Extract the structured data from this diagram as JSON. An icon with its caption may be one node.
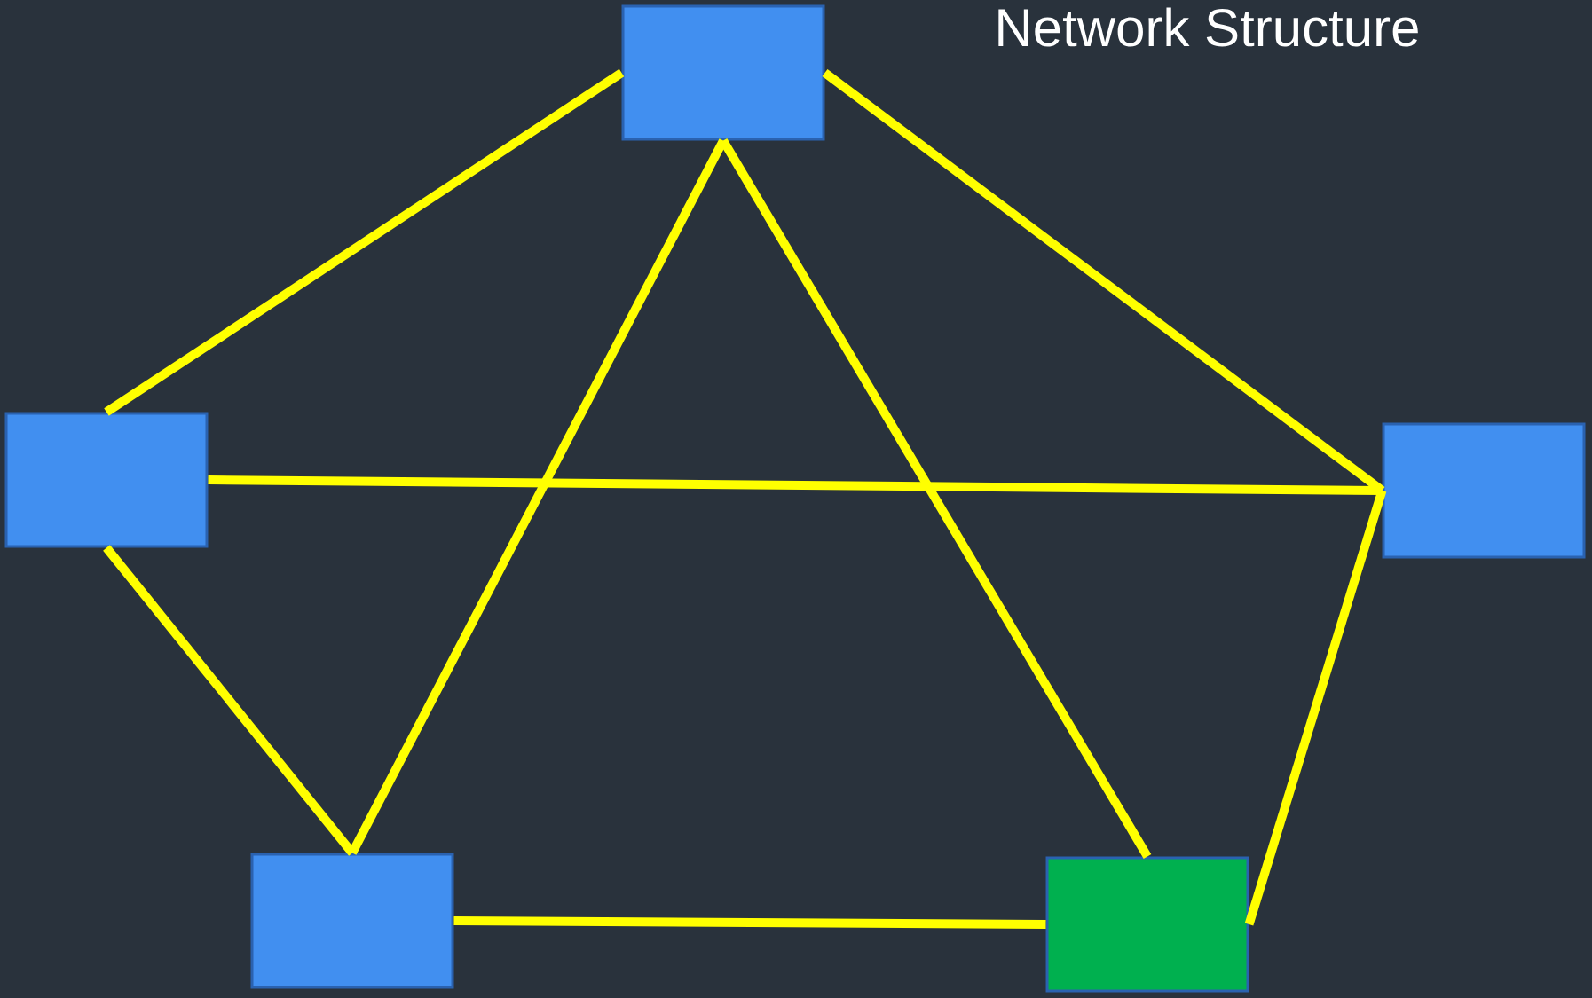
{
  "diagram": {
    "title": "Network Structure",
    "nodes": [
      {
        "text": [],
        "shape": "box"
      },
      {
        "text": [],
        "shape": "box"
      },
      {
        "text": [],
        "shape": "box"
      },
      {
        "text": [],
        "shape": "box"
      },
      {
        "text": [],
        "shape": "box"
      }
    ],
    "edges": [
      {
        "from": 0,
        "to": 1,
        "arrow": "none"
      },
      {
        "from": 0,
        "to": 2,
        "arrow": "none"
      },
      {
        "from": 0,
        "to": 3,
        "arrow": "none"
      },
      {
        "from": 0,
        "to": 4,
        "arrow": "none"
      },
      {
        "from": 1,
        "to": 2,
        "arrow": "none"
      },
      {
        "from": 1,
        "to": 3,
        "arrow": "none"
      },
      {
        "from": 2,
        "to": 4,
        "arrow": "none"
      },
      {
        "from": 3,
        "to": 4,
        "arrow": "none",
        "color": "#ffff00"
      }
    ]
  }
}
